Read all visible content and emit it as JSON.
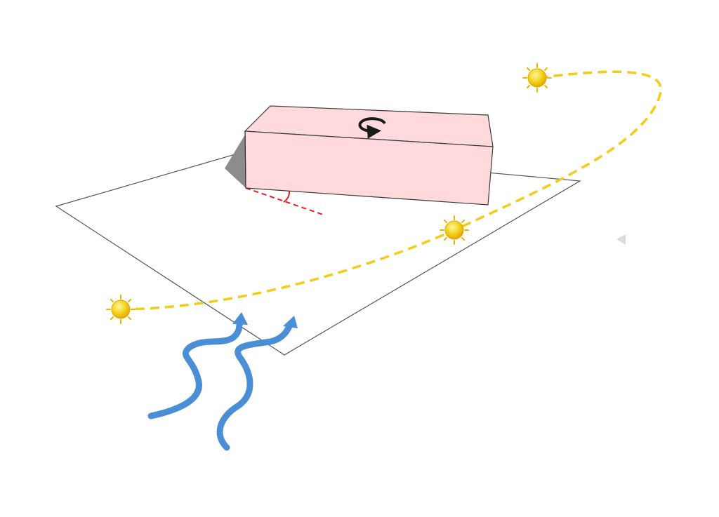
{
  "diagram": {
    "elements": {
      "ground_plane": "site-plane",
      "building": "rectangular-block",
      "rotation_symbol": "rotate-clockwise-icon",
      "orientation_angle": "red-dashed-angle",
      "sun_path": "yellow-dashed-arc",
      "suns": [
        "sun-sunrise",
        "sun-midday",
        "sun-sunset"
      ],
      "wind_arrows": [
        "wind-arrow-left",
        "wind-arrow-right"
      ],
      "view_marker": "grey-triangle-marker"
    },
    "colors": {
      "building_fill": "#ffd9dc",
      "building_stroke": "#3a3a3a",
      "plane_stroke": "#555555",
      "shadow": "#8c8c8c",
      "angle": "#dd2222",
      "sun_path": "#f3cc1a",
      "sun_core": "#f7d320",
      "sun_rays": "#e8b400",
      "wind": "#4a8fd6",
      "rotation_icon": "#1a1a1a",
      "marker": "#dcdcdc"
    }
  }
}
